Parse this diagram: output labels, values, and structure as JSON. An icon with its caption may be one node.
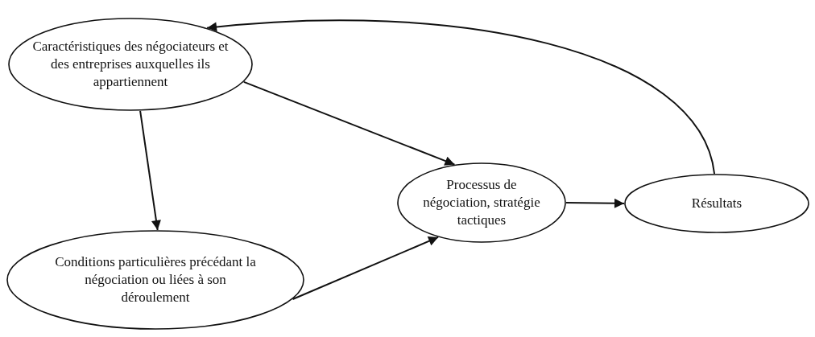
{
  "diagram": {
    "nodes": [
      {
        "text": [
          "Caractéristiques des négociateurs et des entreprises auxquelles ils appartiennent"
        ]
      },
      {
        "text": [
          "Conditions particulières précédant la négociation ou liées à son déroulement"
        ]
      },
      {
        "text": [
          "Processus de négociation, stratégie tactiques"
        ]
      },
      {
        "text": [
          "Résultats"
        ]
      }
    ],
    "edges": [
      {
        "from": 0,
        "to": 2,
        "arrow": "to"
      },
      {
        "from": 0,
        "to": 1,
        "arrow": "to"
      },
      {
        "from": 1,
        "to": 2,
        "arrow": "to"
      },
      {
        "from": 2,
        "to": 3,
        "arrow": "to"
      },
      {
        "from": 3,
        "to": 0,
        "arrow": "to"
      }
    ]
  }
}
